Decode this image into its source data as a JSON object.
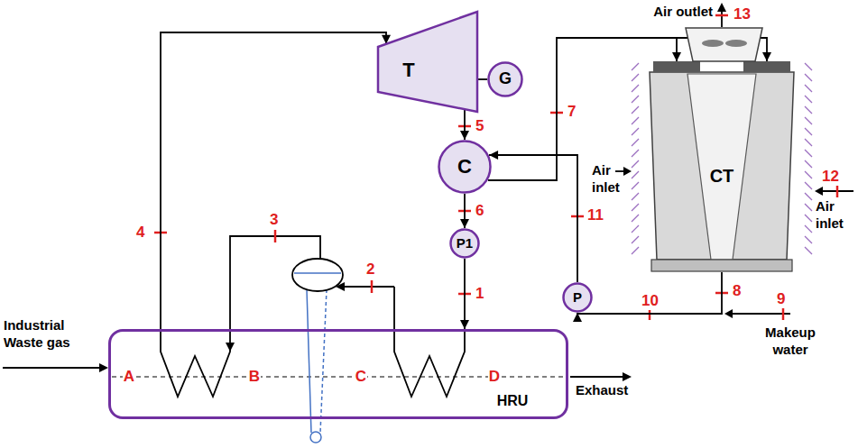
{
  "diagram": {
    "nodes": [
      {
        "text": [
          "T"
        ]
      },
      {
        "text": [
          "G"
        ]
      },
      {
        "text": [
          "C"
        ]
      },
      {
        "text": [
          "P1"
        ]
      },
      {
        "text": [
          "P"
        ]
      },
      {
        "text": [
          "CT"
        ]
      },
      {
        "text": [
          "HRU"
        ]
      }
    ],
    "edges": [
      {
        "from": 6,
        "to": 0,
        "arrow": "to",
        "label": "4"
      },
      {
        "from": 0,
        "to": 1,
        "arrow": "none"
      },
      {
        "from": 0,
        "to": 2,
        "arrow": "to",
        "label": "5"
      },
      {
        "from": 2,
        "to": 3,
        "arrow": "to",
        "label": "6"
      },
      {
        "from": 3,
        "to": 6,
        "arrow": "to",
        "label": "1"
      },
      {
        "from": 2,
        "to": 5,
        "arrow": "to",
        "label": "7"
      },
      {
        "from": 5,
        "to": 4,
        "arrow": "to",
        "label": "10"
      },
      {
        "from": 4,
        "to": 2,
        "arrow": "to",
        "label": "11"
      }
    ],
    "labels": [
      "2",
      "3",
      "8",
      "9",
      "12",
      "13",
      "A",
      "B",
      "C",
      "D",
      "Industrial Waste gas",
      "Exhaust",
      "Air outlet",
      "Air inlet",
      "Air inlet",
      "Makeup water"
    ]
  }
}
